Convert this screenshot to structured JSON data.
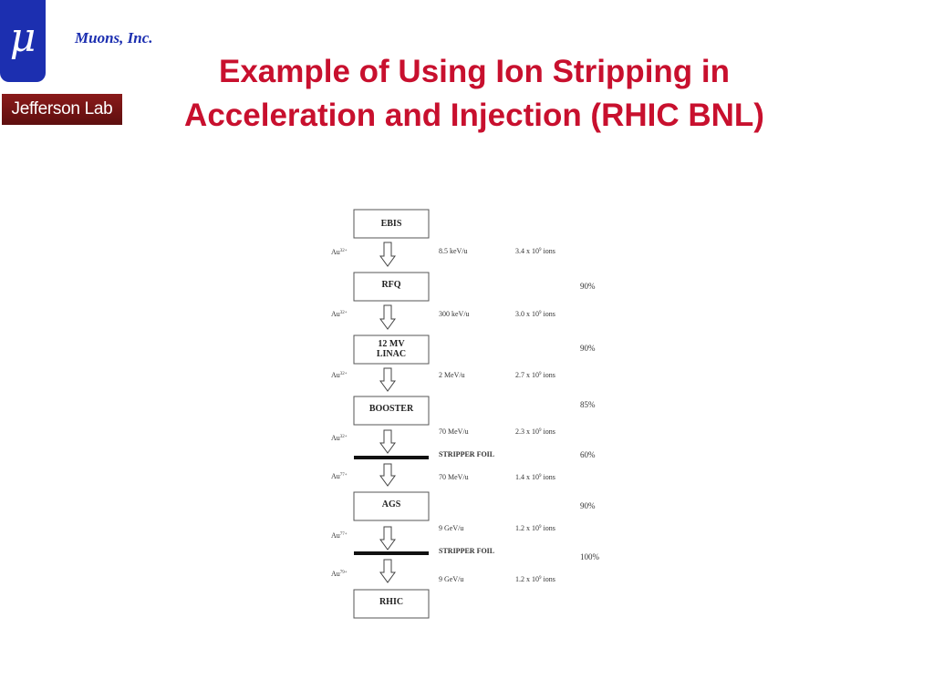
{
  "header": {
    "logo_glyph": "μ",
    "company": "Muons, Inc.",
    "lab_logo_text": "Jefferson Lab",
    "title_line1": "Example of Using Ion Stripping in",
    "title_line2": "Acceleration and Injection (RHIC BNL)"
  },
  "diagram": {
    "boxes": [
      {
        "line1": "EBIS",
        "line2": ""
      },
      {
        "line1": "RFQ",
        "line2": ""
      },
      {
        "line1": "12 MV",
        "line2": "LINAC"
      },
      {
        "line1": "BOOSTER",
        "line2": ""
      },
      {
        "line1": "AGS",
        "line2": ""
      },
      {
        "line1": "RHIC",
        "line2": ""
      }
    ],
    "transitions": [
      {
        "ion": "Au",
        "charge": "32+",
        "energy": "8.5 keV/u",
        "ions_base": "3.4 x 10",
        "ions_exp": "9",
        "ions_unit": " ions"
      },
      {
        "ion": "Au",
        "charge": "32+",
        "energy": "300 keV/u",
        "ions_base": "3.0 x 10",
        "ions_exp": "9",
        "ions_unit": " ions"
      },
      {
        "ion": "Au",
        "charge": "32+",
        "energy": "2 MeV/u",
        "ions_base": "2.7 x 10",
        "ions_exp": "9",
        "ions_unit": " ions"
      },
      {
        "ion": "Au",
        "charge": "32+",
        "energy": "70 MeV/u",
        "ions_base": "2.3 x 10",
        "ions_exp": "9",
        "ions_unit": " ions"
      },
      {
        "ion": "Au",
        "charge": "77+",
        "energy": "70 MeV/u",
        "ions_base": "1.4 x 10",
        "ions_exp": "9",
        "ions_unit": " ions"
      },
      {
        "ion": "Au",
        "charge": "77+",
        "energy": "9 GeV/u",
        "ions_base": "1.2 x 10",
        "ions_exp": "9",
        "ions_unit": " ions"
      },
      {
        "ion": "Au",
        "charge": "79+",
        "energy": "9 GeV/u",
        "ions_base": "1.2 x 10",
        "ions_exp": "9",
        "ions_unit": " ions"
      }
    ],
    "stripper_label": "STRIPPER FOIL",
    "efficiencies": [
      "90%",
      "90%",
      "85%",
      "60%",
      "90%",
      "100%"
    ]
  }
}
